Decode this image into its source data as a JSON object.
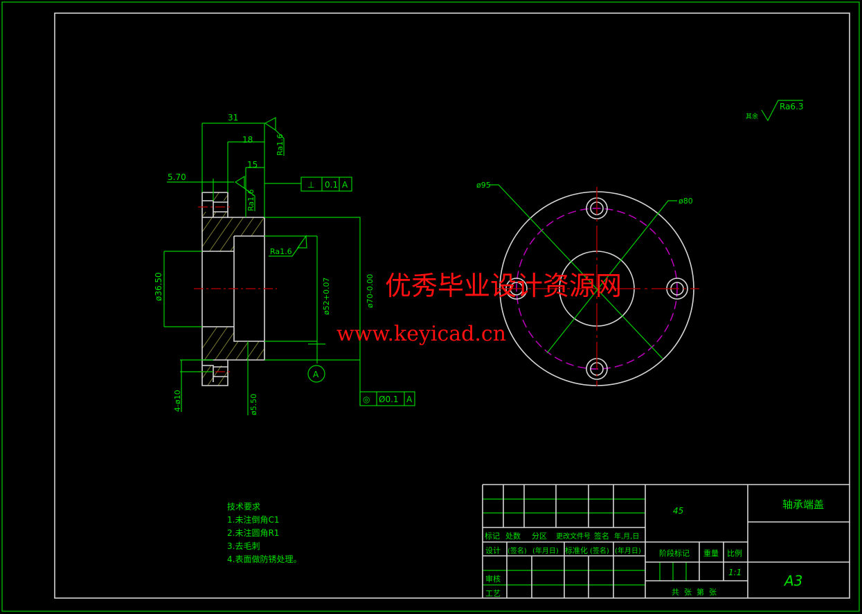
{
  "dimensions": {
    "d31": "31",
    "d18": "18",
    "d15": "15",
    "d570": "5.70",
    "d3650": "ø36.50",
    "d52": "ø52+0.07",
    "d70": "ø70-0.00",
    "holes": "4-ø10",
    "d550": "ø5.50",
    "d95": "ø95",
    "d80": "ø80",
    "ra16_a": "Ra1.6",
    "ra16_b": "Ra1.6",
    "ra16_c": "Ra1.6"
  },
  "tolerances": {
    "perp_value": "0.1",
    "perp_datum": "A",
    "perp_symbol": "⊥",
    "conc_value": "Ø0.1",
    "conc_datum": "A",
    "conc_symbol": "◎",
    "datum_label": "A"
  },
  "roughness_general": {
    "prefix": "其余",
    "value": "Ra6.3"
  },
  "notes": {
    "title": "技术要求",
    "items": [
      "1.未注倒角C1",
      "2.未注圆角R1",
      "3.去毛刺",
      "4.表面做防锈处理。"
    ]
  },
  "watermark": {
    "line1": "优秀毕业设计资源网",
    "line2": "www.keyicad.cn"
  },
  "title_block": {
    "material": "45",
    "part_name": "轴承端盖",
    "sheet_size": "A3",
    "scale": "1:1",
    "headers": [
      "标记",
      "处数",
      "分区",
      "更改文件号",
      "签名",
      "年,月,日"
    ],
    "design_row": [
      "设计",
      "(签名)",
      "(年月日)",
      "标准化",
      "(签名)",
      "(年月日)"
    ],
    "stage_mark": "阶段标记",
    "weight": "重量",
    "scale_label": "比例",
    "review": "审核",
    "process": "工艺",
    "sheets": "共  张  第  张"
  }
}
